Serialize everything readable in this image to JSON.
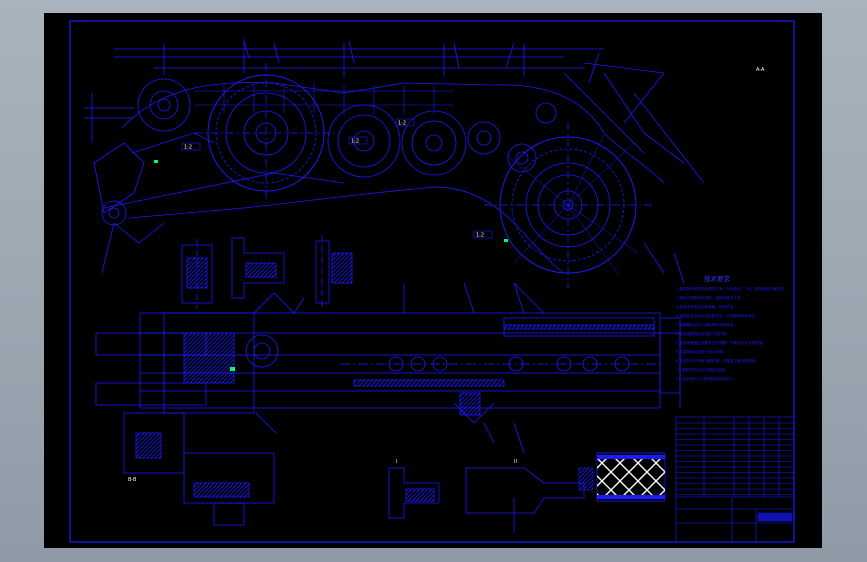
{
  "app": {
    "title": ""
  },
  "drawing": {
    "background": "#000000",
    "line_color": "#1a1aff",
    "accent_color": "#00ff66",
    "label_color": "#ffffff",
    "labels": {
      "section_a": "A-A",
      "section_b": "B-B",
      "detail_i": "I",
      "detail_ii": "II",
      "callout_1": "1:2",
      "callout_2": "1:2",
      "callout_3": "1:2",
      "callout_4": "1:2"
    },
    "notes": {
      "heading": "技术要求",
      "lines": [
        "1.装配前所有零件应清洗干净，去除毛刺、飞边、锈蚀和油污等杂质。",
        "2.链轮与链条啮合良好，运转平稳无卡滞。",
        "3.各轴承处应加注润滑脂，转动灵活。",
        "4.装配后各运动件应运转灵活，无异常噪声和冲击。",
        "5.减速器内应注入规定牌号的润滑油。",
        "6.各连接螺栓应按规定力矩拧紧。",
        "7.链条张紧度应按要求进行调整，下垂量不大于规定值。",
        "8.机架焊接后应进行退火处理。",
        "9.各密封处不得有渗漏现象，外露加工面涂防锈油。",
        "10.装配完毕后进行空载试运转。",
        "11.未注明尺寸公差按相关标准执行。"
      ]
    },
    "title_block": {
      "drawing_name": "",
      "company": ""
    }
  }
}
